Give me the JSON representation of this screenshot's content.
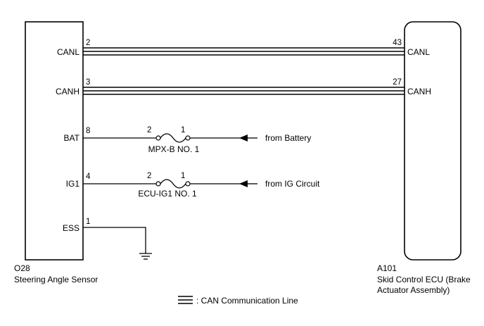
{
  "left_component": {
    "code": "O28",
    "name": "Steering Angle Sensor",
    "pins": [
      {
        "label": "CANL",
        "number": "2"
      },
      {
        "label": "CANH",
        "number": "3"
      },
      {
        "label": "BAT",
        "number": "8"
      },
      {
        "label": "IG1",
        "number": "4"
      },
      {
        "label": "ESS",
        "number": "1"
      }
    ]
  },
  "right_component": {
    "code": "A101",
    "name_line1": "Skid Control ECU (Brake",
    "name_line2": "Actuator Assembly)",
    "pins": [
      {
        "label": "CANL",
        "number": "43"
      },
      {
        "label": "CANH",
        "number": "27"
      }
    ]
  },
  "fuses": [
    {
      "name": "MPX-B NO. 1",
      "pin_left": "2",
      "pin_right": "1",
      "source": "from Battery"
    },
    {
      "name": "ECU-IG1 NO. 1",
      "pin_left": "2",
      "pin_right": "1",
      "source": "from IG Circuit"
    }
  ],
  "legend": {
    "text": ": CAN Communication Line",
    "icon": "triple-line-icon"
  },
  "ground_icon": "ground-icon"
}
